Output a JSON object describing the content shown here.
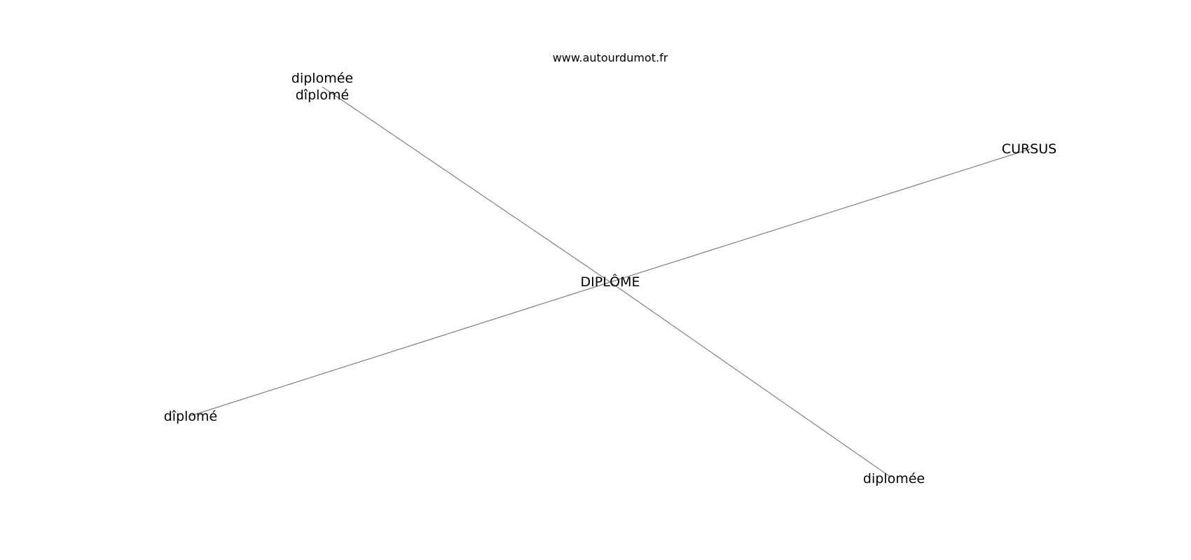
{
  "source": "www.autourdumot.fr",
  "graph": {
    "nodes": [
      {
        "id": "center",
        "label": "DIPLÔME"
      },
      {
        "id": "top-left",
        "label": "diplomée",
        "label2": "dîplomé"
      },
      {
        "id": "right",
        "label": "CURSUS"
      },
      {
        "id": "bottom-left",
        "label": "dîplomé"
      },
      {
        "id": "bottom-right",
        "label": "diplomée"
      }
    ],
    "edges": [
      {
        "from": "center",
        "to": "top-left"
      },
      {
        "from": "center",
        "to": "right"
      },
      {
        "from": "center",
        "to": "bottom-left"
      },
      {
        "from": "center",
        "to": "bottom-right"
      }
    ]
  },
  "colors": {
    "edge": "#808080",
    "text": "#000000",
    "background": "#ffffff"
  }
}
